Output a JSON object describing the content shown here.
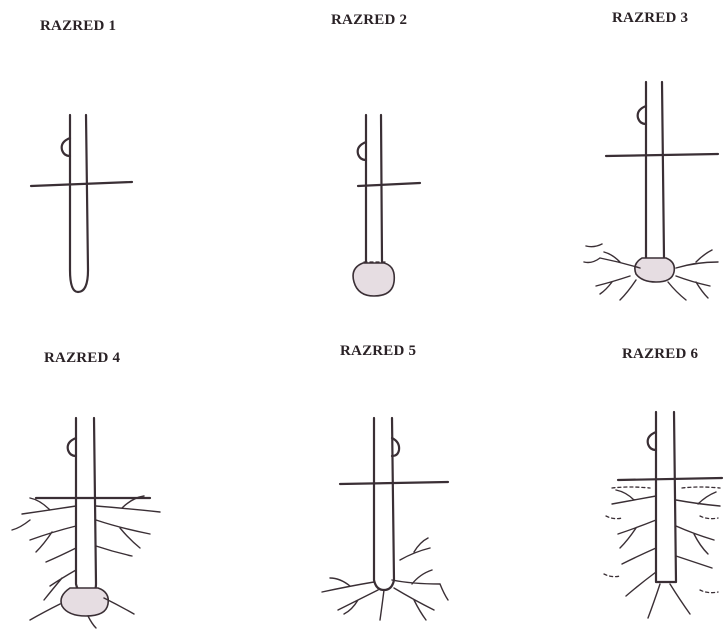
{
  "panels": [
    {
      "label": "RAZRED 1"
    },
    {
      "label": "RAZRED 2"
    },
    {
      "label": "RAZRED 3"
    },
    {
      "label": "RAZRED 4"
    },
    {
      "label": "RAZRED 5"
    },
    {
      "label": "RAZRED 6"
    }
  ]
}
